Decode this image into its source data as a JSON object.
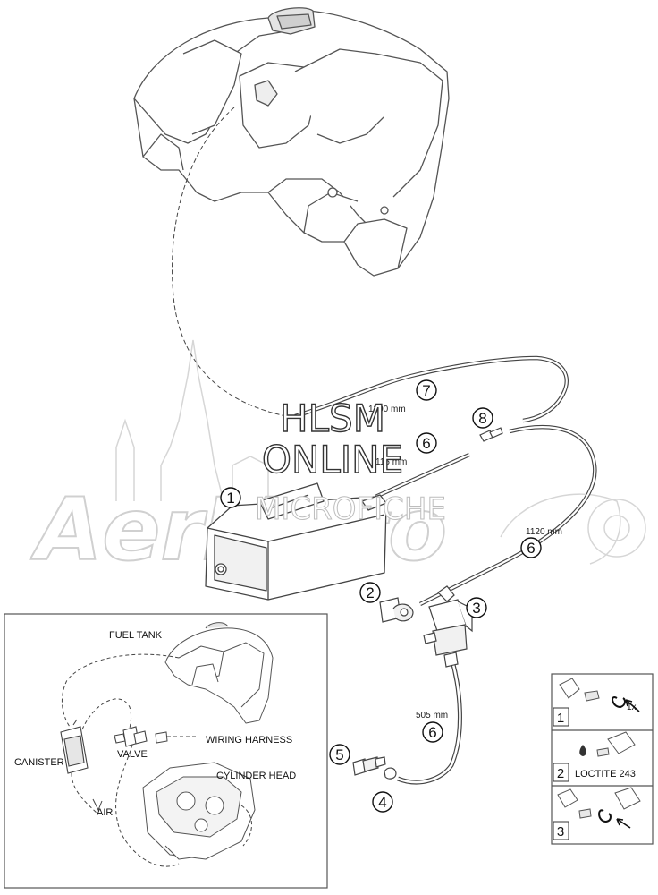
{
  "watermark": {
    "line1": "HLSM",
    "line2": "ONLINE",
    "line3": "MICROFICHE",
    "brand": "AerMoto"
  },
  "callouts": {
    "c1": "1",
    "c2": "2",
    "c3": "3",
    "c4": "4",
    "c5": "5",
    "c6a": "6",
    "c6b": "6",
    "c6c": "6",
    "c7": "7",
    "c8": "8"
  },
  "measurements": {
    "m1300": "1300 mm",
    "m115": "115 mm",
    "m1120": "1120 mm",
    "m505": "505 mm"
  },
  "inset": {
    "fuel_tank": "FUEL TANK",
    "canister": "CANISTER",
    "valve": "VALVE",
    "wiring_harness": "WIRING HARNESS",
    "cylinder_head": "CYLINDER HEAD",
    "air": "AIR"
  },
  "legend": {
    "n1": "1",
    "n2": "2",
    "n3": "3",
    "torque_note": "1x",
    "loctite": "LOCTITE 243"
  }
}
